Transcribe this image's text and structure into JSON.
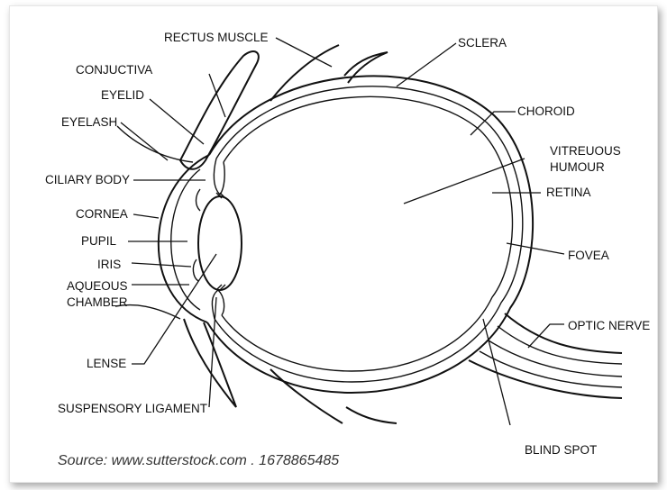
{
  "labels": {
    "rectus_muscle": "RECTUS MUSCLE",
    "sclera": "SCLERA",
    "conjuctiva": "CONJUCTIVA",
    "eyelid": "EYELID",
    "eyelash": "EYELASH",
    "choroid": "CHOROID",
    "vitreous_line1": "VITREUOUS",
    "vitreous_line2": "HUMOUR",
    "ciliary_body": "CILIARY BODY",
    "retina": "RETINA",
    "cornea": "CORNEA",
    "pupil": "PUPIL",
    "fovea": "FOVEA",
    "iris": "IRIS",
    "aqueous_line1": "AQUEOUS",
    "aqueous_line2": "CHAMBER",
    "optic_nerve": "OPTIC NERVE",
    "lense": "LENSE",
    "suspensory_ligament": "SUSPENSORY LIGAMENT",
    "blind_spot": "BLIND SPOT"
  },
  "source": "Source: www.sutterstock.com . 1678865485"
}
